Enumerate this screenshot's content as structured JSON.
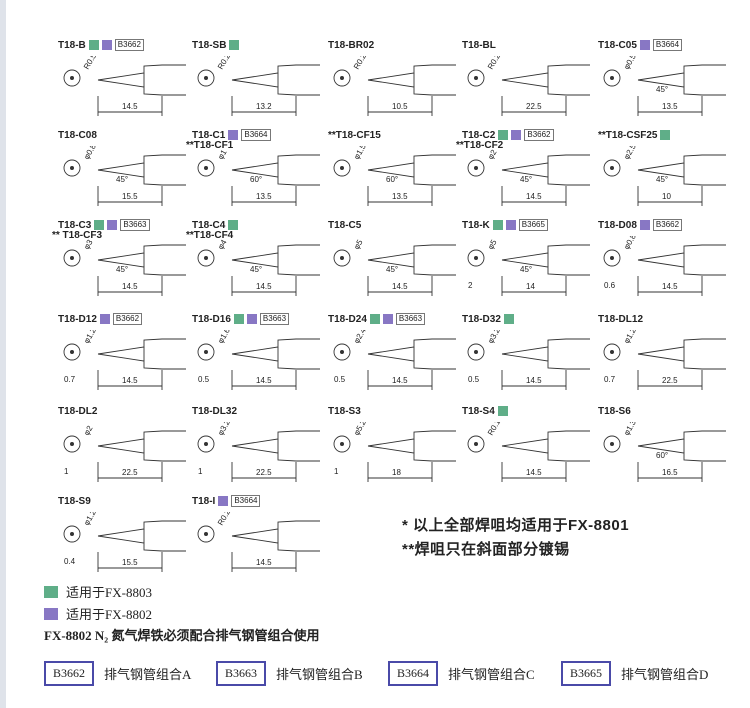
{
  "tips": [
    {
      "name": "T18-B",
      "sq": [
        "g",
        "p"
      ],
      "box": "B3662",
      "dims": [
        "R0.5",
        "14.5"
      ]
    },
    {
      "name": "T18-SB",
      "sq": [
        "g"
      ],
      "box": "",
      "dims": [
        "R0.2",
        "13.2"
      ]
    },
    {
      "name": "T18-BR02",
      "sq": [],
      "box": "",
      "dims": [
        "R0.2",
        "10.5"
      ]
    },
    {
      "name": "T18-BL",
      "sq": [],
      "box": "",
      "dims": [
        "R0.2",
        "22.5"
      ]
    },
    {
      "name": "T18-C05",
      "sq": [
        "p"
      ],
      "box": "B3664",
      "dims": [
        "φ0.5",
        "45°",
        "13.5"
      ]
    },
    {
      "name": "T18-C08",
      "sq": [],
      "box": "",
      "dims": [
        "φ0.8",
        "45°",
        "15.5"
      ]
    },
    {
      "name": "T18-C1",
      "name2": "**T18-CF1",
      "sq": [
        "p"
      ],
      "box": "B3664",
      "dims": [
        "φ1",
        "60°",
        "13.5"
      ]
    },
    {
      "name": "**T18-CF15",
      "sq": [],
      "box": "",
      "dims": [
        "φ1.5",
        "60°",
        "13.5"
      ]
    },
    {
      "name": "T18-C2",
      "name2": "**T18-CF2",
      "sq": [
        "g",
        "p"
      ],
      "box": "B3662",
      "dims": [
        "φ2",
        "45°",
        "14.5"
      ]
    },
    {
      "name": "**T18-CSF25",
      "sq": [
        "g"
      ],
      "box": "",
      "dims": [
        "φ2.5",
        "45°",
        "10"
      ]
    },
    {
      "name": "T18-C3",
      "name2": "** T18-CF3",
      "sq": [
        "g",
        "p"
      ],
      "box": "B3663",
      "dims": [
        "φ3",
        "45°",
        "14.5"
      ]
    },
    {
      "name": "T18-C4",
      "name2": "**T18-CF4",
      "sq": [
        "g"
      ],
      "box": "",
      "dims": [
        "φ4",
        "45°",
        "14.5"
      ]
    },
    {
      "name": "T18-C5",
      "sq": [],
      "box": "",
      "dims": [
        "φ5",
        "45°",
        "14.5"
      ]
    },
    {
      "name": "T18-K",
      "sq": [
        "g",
        "p"
      ],
      "box": "B3665",
      "dims": [
        "φ5",
        "45°",
        "14",
        "2"
      ]
    },
    {
      "name": "T18-D08",
      "sq": [
        "p"
      ],
      "box": "B3662",
      "dims": [
        "φ0.8",
        "14.5",
        "0.6"
      ]
    },
    {
      "name": "T18-D12",
      "sq": [
        "p"
      ],
      "box": "B3662",
      "dims": [
        "φ1.2",
        "14.5",
        "0.7"
      ]
    },
    {
      "name": "T18-D16",
      "sq": [
        "g",
        "p"
      ],
      "box": "B3663",
      "dims": [
        "φ1.6",
        "14.5",
        "0.5"
      ]
    },
    {
      "name": "T18-D24",
      "sq": [
        "g",
        "p"
      ],
      "box": "B3663",
      "dims": [
        "φ2.4",
        "14.5",
        "0.5"
      ]
    },
    {
      "name": "T18-D32",
      "sq": [
        "g"
      ],
      "box": "",
      "dims": [
        "φ3.2",
        "14.5",
        "0.5"
      ]
    },
    {
      "name": "T18-DL12",
      "sq": [],
      "box": "",
      "dims": [
        "φ1.2",
        "22.5",
        "0.7"
      ]
    },
    {
      "name": "T18-DL2",
      "sq": [],
      "box": "",
      "dims": [
        "φ2",
        "22.5",
        "1"
      ]
    },
    {
      "name": "T18-DL32",
      "sq": [],
      "box": "",
      "dims": [
        "φ3.2",
        "22.5",
        "1"
      ]
    },
    {
      "name": "T18-S3",
      "sq": [],
      "box": "",
      "dims": [
        "φ5.2",
        "18",
        "1"
      ]
    },
    {
      "name": "T18-S4",
      "sq": [
        "g"
      ],
      "box": "",
      "dims": [
        "R0.125",
        "14.5"
      ]
    },
    {
      "name": "T18-S6",
      "sq": [],
      "box": "",
      "dims": [
        "φ1.3",
        "60°",
        "16.5"
      ]
    },
    {
      "name": "T18-S9",
      "sq": [],
      "box": "",
      "dims": [
        "φ1.2",
        "15.5",
        "0.4"
      ]
    },
    {
      "name": "T18-I",
      "sq": [
        "p"
      ],
      "box": "B3664",
      "dims": [
        "R0.2",
        "14.5"
      ]
    }
  ],
  "notes": {
    "line1": "* 以上全部焊咀均适用于FX-8801",
    "line2": "**焊咀只在斜面部分镀锡"
  },
  "legend": {
    "green": "适用于FX-8803",
    "purple": "适用于FX-8802"
  },
  "fx_note": "FX-8802 N₂ 氮气焊铁必须配合排气钢管组合使用",
  "combos": [
    {
      "code": "B3662",
      "label": "排气钢管组合A"
    },
    {
      "code": "B3663",
      "label": "排气钢管组合B"
    },
    {
      "code": "B3664",
      "label": "排气钢管组合C"
    },
    {
      "code": "B3665",
      "label": "排气钢管组合D"
    }
  ],
  "colors": {
    "green": "#5fae88",
    "purple": "#8877c4",
    "combo_border": "#4a4aa8"
  }
}
